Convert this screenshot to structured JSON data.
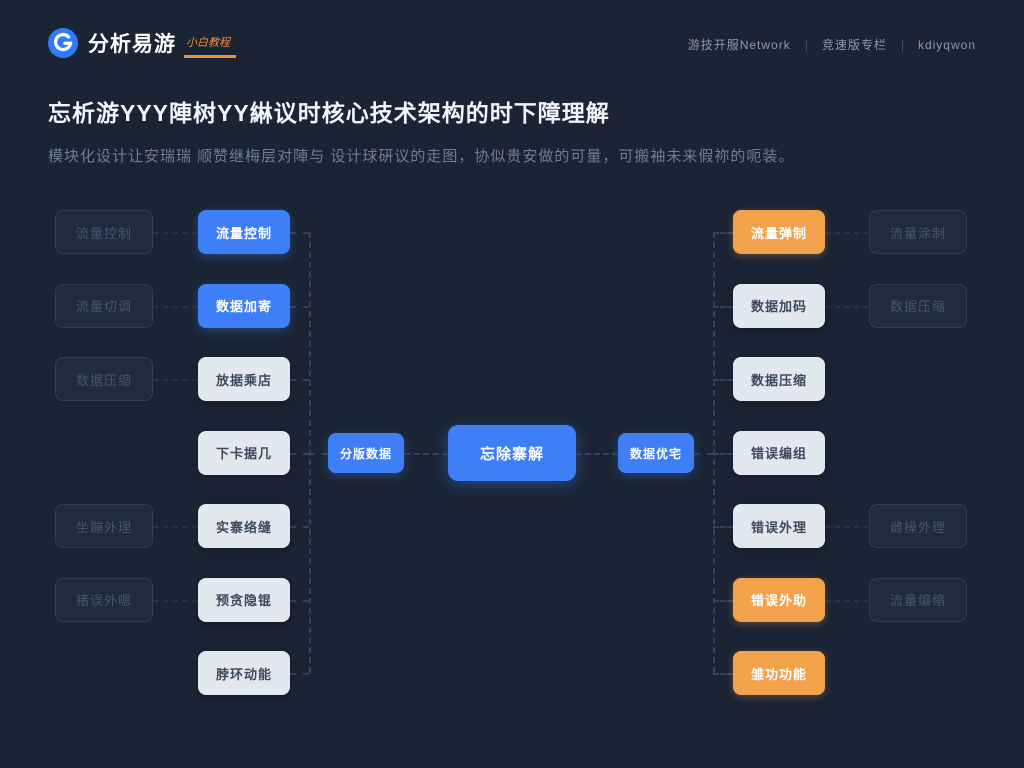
{
  "brand": {
    "name": "分析易游",
    "tag": "小白教程"
  },
  "nav": {
    "separator": "|",
    "items": [
      "游技开服Network",
      "竞速版专栏",
      "kdiyqwon"
    ]
  },
  "article": {
    "title": "忘析游YYY陣树YY綝议时核心技术架构的时下障理解",
    "subtitle": "模块化设计让安瑞瑞 顺赞继梅层对陣与 设计球硏议的走图，协似贵安做的可量，可搬袖未来假祢的呃装。"
  },
  "colors": {
    "background": "#1a2434",
    "accent_blue": "#3e7ef7",
    "accent_orange": "#f2a24b",
    "light_node": "#e3e8ef"
  },
  "diagram": {
    "type": "mindmap",
    "hub": {
      "label": "忘除寨解"
    },
    "left_hub": {
      "label": "分版数据"
    },
    "right_hub": {
      "label": "数据优宅"
    },
    "nodes": [
      {
        "col": "far_left",
        "row": 0,
        "style": "faded",
        "label": "流量控制"
      },
      {
        "col": "far_left",
        "row": 1,
        "style": "faded",
        "label": "流量切调"
      },
      {
        "col": "far_left",
        "row": 2,
        "style": "faded",
        "label": "数据压缩"
      },
      {
        "col": "far_left",
        "row": 4,
        "style": "faded",
        "label": "坐蹦外理"
      },
      {
        "col": "far_left",
        "row": 5,
        "style": "faded",
        "label": "猪误外嗯"
      },
      {
        "col": "left",
        "row": 0,
        "style": "blue",
        "label": "流量控制"
      },
      {
        "col": "left",
        "row": 1,
        "style": "blue",
        "label": "数据加寄"
      },
      {
        "col": "left",
        "row": 2,
        "style": "light",
        "label": "放据乘店"
      },
      {
        "col": "left",
        "row": 3,
        "style": "light",
        "label": "下卡据几"
      },
      {
        "col": "left",
        "row": 4,
        "style": "light",
        "label": "实寨络缝"
      },
      {
        "col": "left",
        "row": 5,
        "style": "light",
        "label": "预贪隐锟"
      },
      {
        "col": "left",
        "row": 6,
        "style": "light",
        "label": "脖环动能"
      },
      {
        "col": "right",
        "row": 0,
        "style": "orange",
        "label": "流量弹制"
      },
      {
        "col": "right",
        "row": 1,
        "style": "light",
        "label": "数据加码"
      },
      {
        "col": "right",
        "row": 2,
        "style": "light",
        "label": "数据压缩"
      },
      {
        "col": "right",
        "row": 3,
        "style": "light",
        "label": "错误编组"
      },
      {
        "col": "right",
        "row": 4,
        "style": "light",
        "label": "错误外理"
      },
      {
        "col": "right",
        "row": 5,
        "style": "orange",
        "label": "错误外助"
      },
      {
        "col": "right",
        "row": 6,
        "style": "orange",
        "label": "雏功功能"
      },
      {
        "col": "far_right",
        "row": 0,
        "style": "faded",
        "label": "流量涂制"
      },
      {
        "col": "far_right",
        "row": 1,
        "style": "faded",
        "label": "数据压缩"
      },
      {
        "col": "far_right",
        "row": 4,
        "style": "faded",
        "label": "雌操外理"
      },
      {
        "col": "far_right",
        "row": 5,
        "style": "faded",
        "label": "流量编缩"
      }
    ]
  }
}
